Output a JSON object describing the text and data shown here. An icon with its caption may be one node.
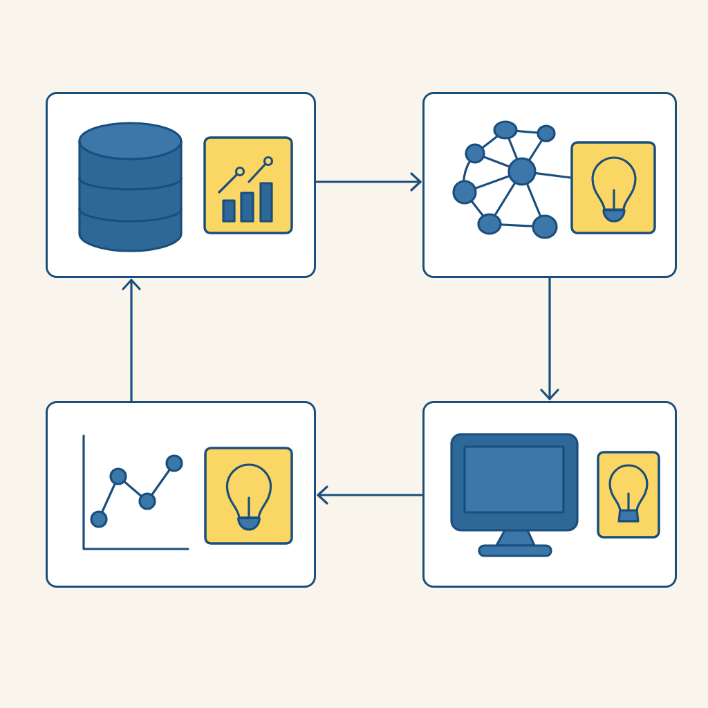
{
  "diagram": {
    "nodes": [
      {
        "text": [],
        "shape": "box"
      },
      {
        "text": [],
        "shape": "box"
      },
      {
        "text": [],
        "shape": "box"
      },
      {
        "text": [],
        "shape": "box"
      }
    ],
    "edges": [
      {
        "from": 0,
        "to": 1,
        "arrow": "to"
      },
      {
        "from": 1,
        "to": 2,
        "arrow": "to"
      },
      {
        "from": 2,
        "to": 3,
        "arrow": "to"
      },
      {
        "from": 3,
        "to": 0,
        "arrow": "to"
      }
    ]
  }
}
